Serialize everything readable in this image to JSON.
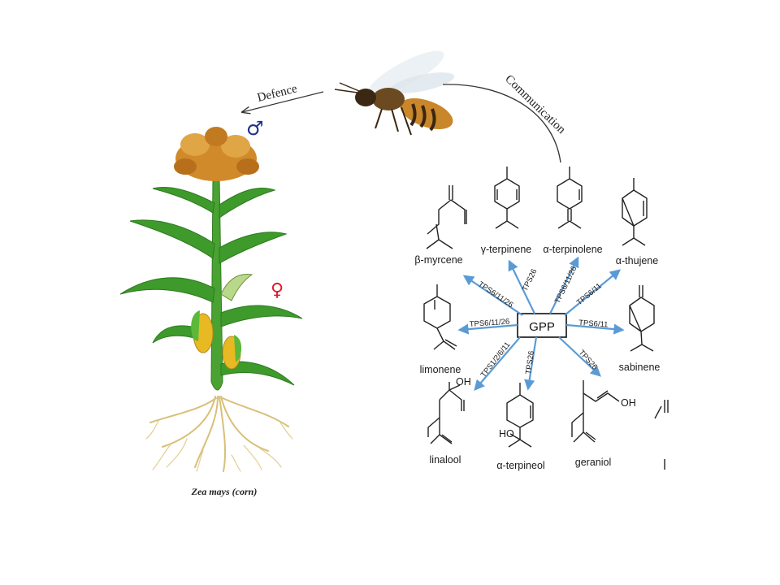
{
  "caption": "Zea mays (corn)",
  "labels": {
    "defence": "Defence",
    "communication": "Communication",
    "center": "GPP",
    "male_symbol": "♂",
    "female_symbol": "♀"
  },
  "compounds": {
    "beta_myrcene": "β-myrcene",
    "gamma_terpinene": "γ-terpinene",
    "alpha_terpinolene": "α-terpinolene",
    "alpha_thujene": "α-thujene",
    "limonene": "limonene",
    "sabinene": "sabinene",
    "linalool": "linalool",
    "alpha_terpineol": "α-terpineol",
    "geraniol": "geraniol"
  },
  "enzymes": {
    "to_myrcene": "TPS6/11/26",
    "to_gamma_terpinene": "TPS26",
    "to_terpinolene": "TPS6/11/26",
    "to_thujene": "TPS6/11",
    "to_limonene": "TPS6/11/26",
    "to_sabinene": "TPS6/11",
    "to_linalool": "TPS1/2/6/11",
    "to_terpineol": "TPS26",
    "to_geraniol": "TPS26"
  },
  "atom_labels": {
    "oh": "OH",
    "ho": "HO"
  },
  "colors": {
    "arrow": "#5b9bd5",
    "leaf": "#3f9a2c",
    "corn": "#e8b923",
    "tassel": "#d08a2a",
    "male": "#1f2f8a",
    "female": "#e0182b"
  }
}
